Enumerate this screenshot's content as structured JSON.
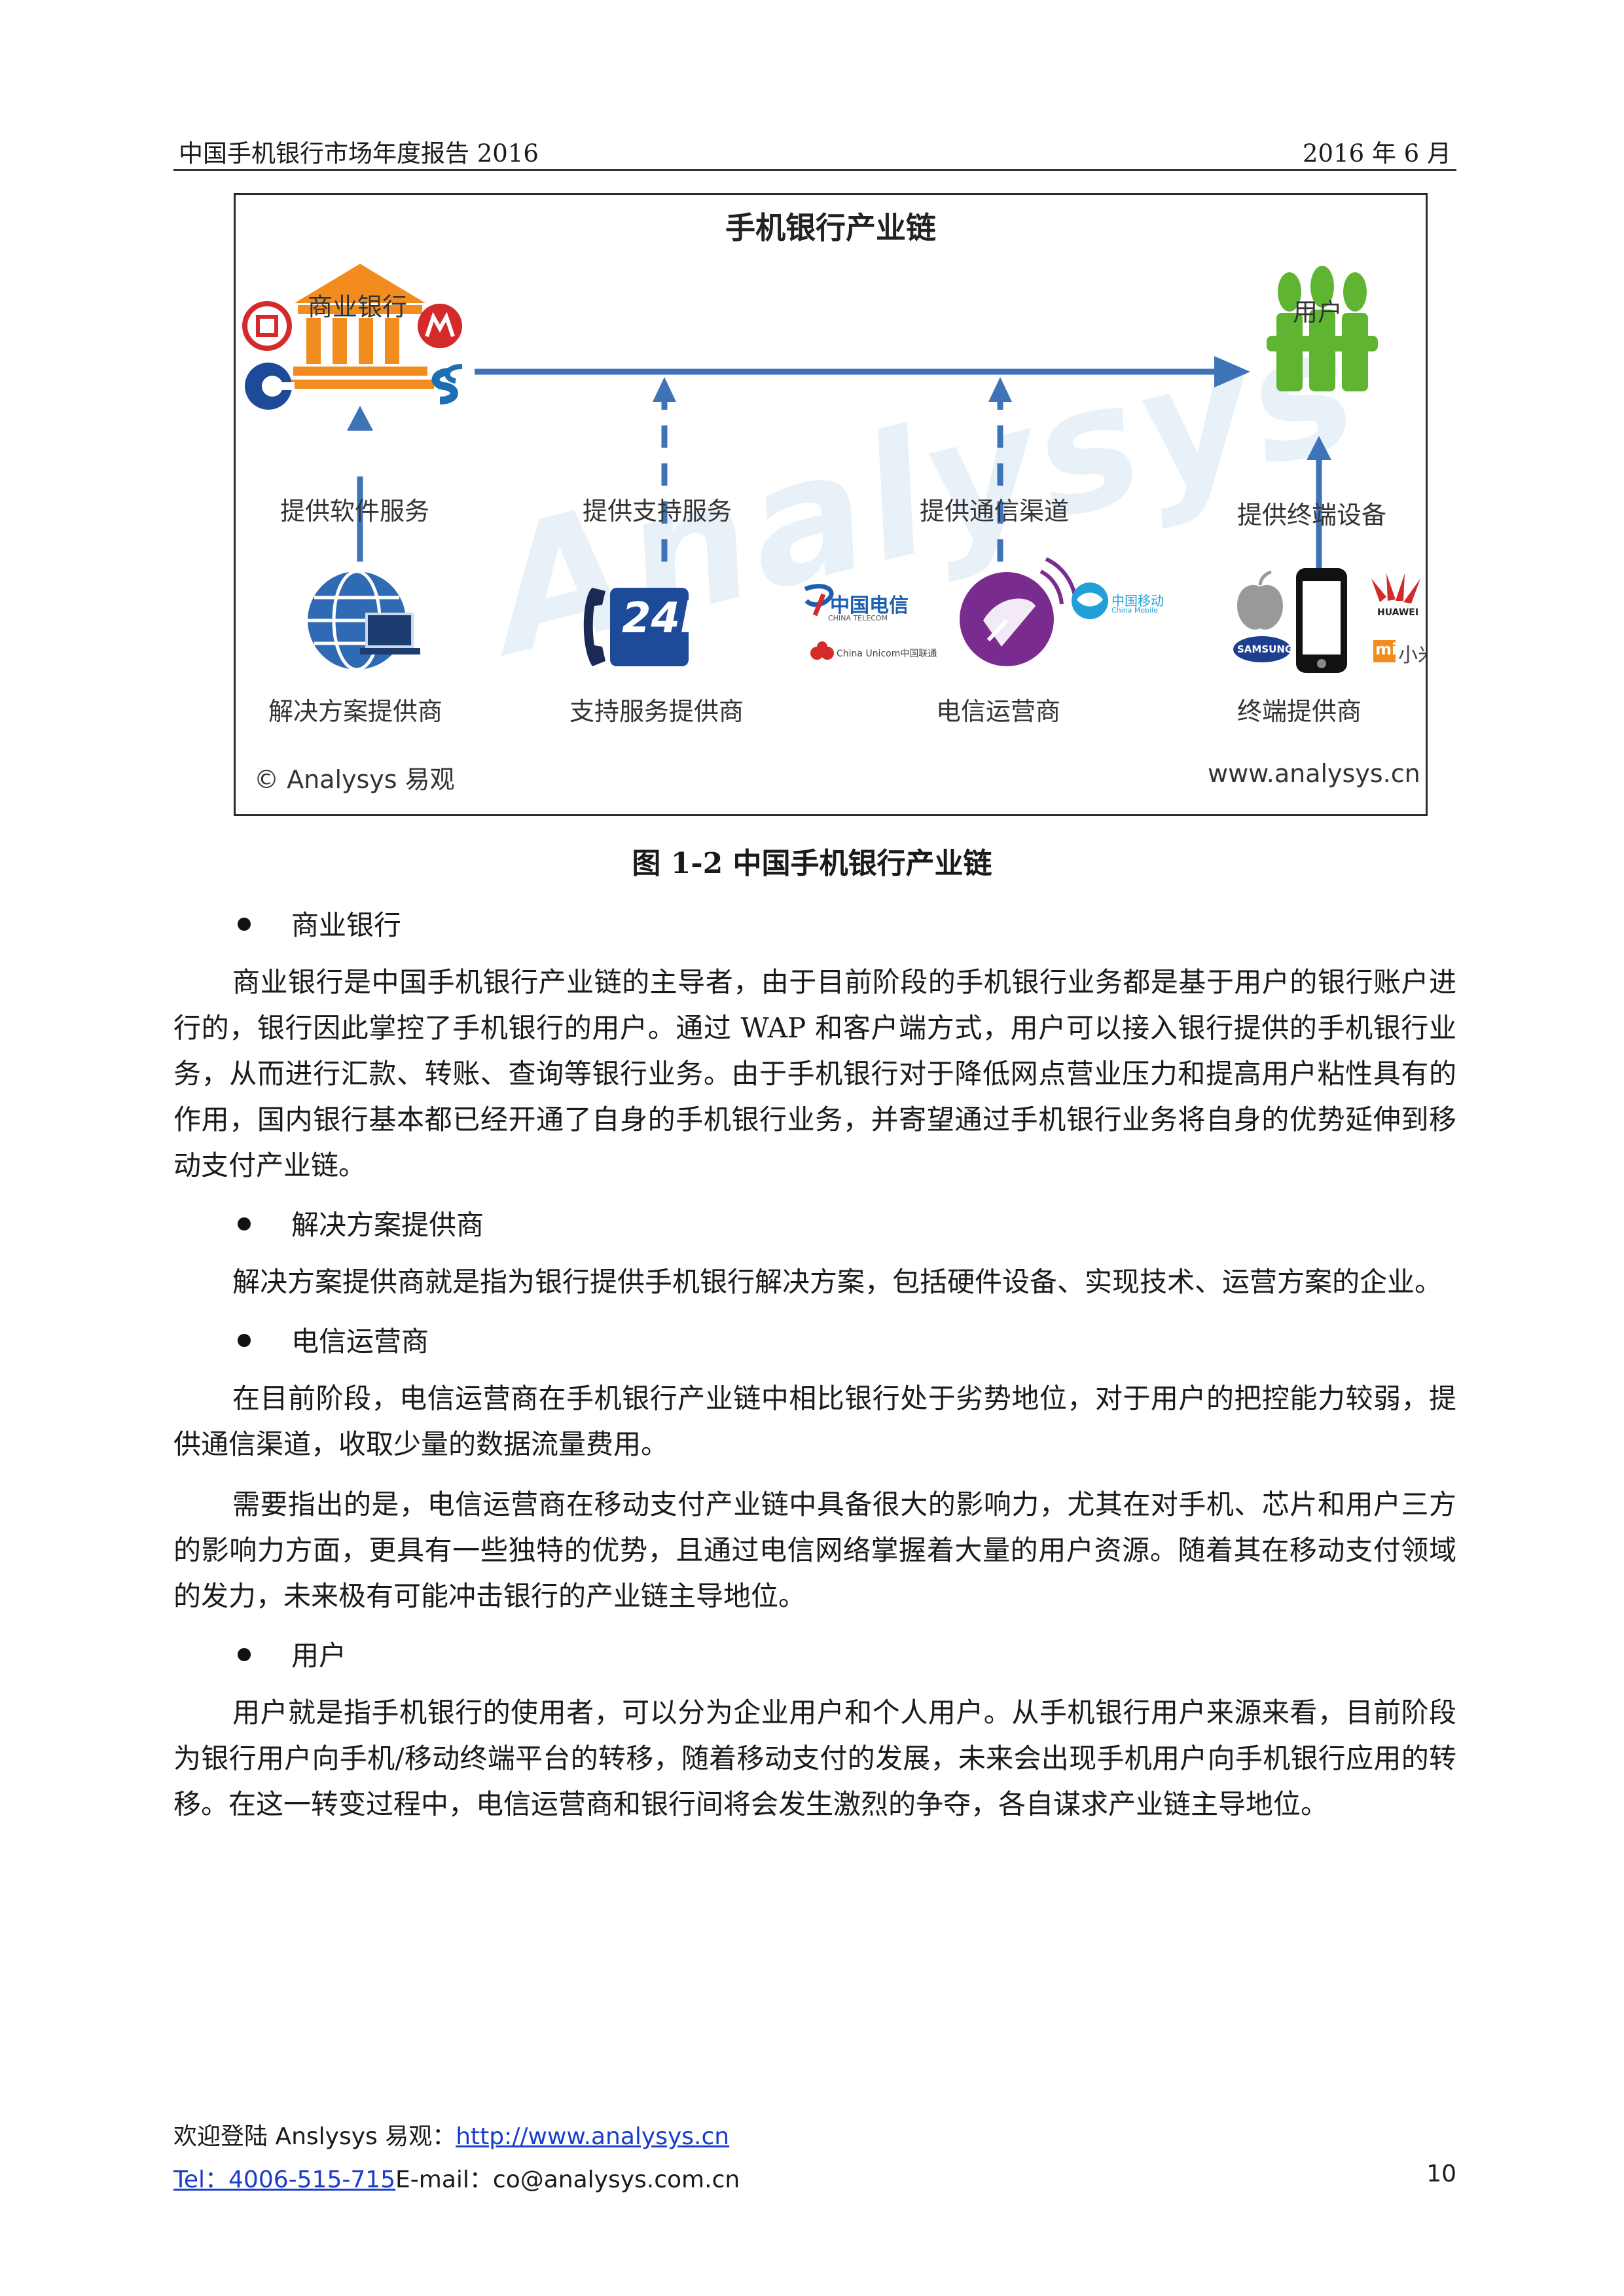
{
  "header": {
    "left": "中国手机银行市场年度报告 2016",
    "right": "2016 年 6 月"
  },
  "figure": {
    "title": "手机银行产业链",
    "commercial_bank": "商业银行",
    "users": "用户",
    "provide_software": "提供软件服务",
    "provide_support": "提供支持服务",
    "provide_channel": "提供通信渠道",
    "provide_terminal": "提供终端设备",
    "solution_provider": "解决方案提供商",
    "support_provider": "支持服务提供商",
    "telecom_operator": "电信运营商",
    "terminal_provider": "终端提供商",
    "support_badge": "24h",
    "china_telecom": "中国电信",
    "china_telecom_en": "CHINA TELECOM",
    "china_unicom": "China Unicom中国联通",
    "china_mobile": "中国移动",
    "china_mobile_en": "China Mobile",
    "samsung": "SAMSUNG",
    "huawei": "HUAWEI",
    "xiaomi_logo": "mi",
    "xiaomi": "小米",
    "watermark": "Analysys",
    "copyright": "© Analysys 易观",
    "website": "www.analysys.cn",
    "colors": {
      "arrow": "#3f73b8",
      "bank_orange": "#f28c1e",
      "user_green": "#5fb531",
      "telecom_purple": "#7a2b8f"
    }
  },
  "caption": "图 1-2 中国手机银行产业链",
  "sections": [
    {
      "bullet": "商业银行",
      "paragraphs": [
        "商业银行是中国手机银行产业链的主导者，由于目前阶段的手机银行业务都是基于用户的银行账户进行的，银行因此掌控了手机银行的用户。通过 WAP 和客户端方式，用户可以接入银行提供的手机银行业务，从而进行汇款、转账、查询等银行业务。由于手机银行对于降低网点营业压力和提高用户粘性具有的作用，国内银行基本都已经开通了自身的手机银行业务，并寄望通过手机银行业务将自身的优势延伸到移动支付产业链。"
      ]
    },
    {
      "bullet": "解决方案提供商",
      "paragraphs": [
        "解决方案提供商就是指为银行提供手机银行解决方案，包括硬件设备、实现技术、运营方案的企业。"
      ]
    },
    {
      "bullet": "电信运营商",
      "paragraphs": [
        "在目前阶段，电信运营商在手机银行产业链中相比银行处于劣势地位，对于用户的把控能力较弱，提供通信渠道，收取少量的数据流量费用。",
        "需要指出的是，电信运营商在移动支付产业链中具备很大的影响力，尤其在对手机、芯片和用户三方的影响力方面，更具有一些独特的优势，且通过电信网络掌握着大量的用户资源。随着其在移动支付领域的发力，未来极有可能冲击银行的产业链主导地位。"
      ]
    },
    {
      "bullet": "用户",
      "paragraphs": [
        "用户就是指手机银行的使用者，可以分为企业用户和个人用户。从手机银行用户来源来看，目前阶段为银行用户向手机/移动终端平台的转移，随着移动支付的发展，未来会出现手机用户向手机银行应用的转移。在这一转变过程中，电信运营商和银行间将会发生激烈的争夺，各自谋求产业链主导地位。"
      ]
    }
  ],
  "footer": {
    "welcome": "欢迎登陆 Anslysys 易观：",
    "site_url": "http://www.analysys.cn",
    "tel": "Tel：4006-515-715",
    "email": "E-mail：co@analysys.com.cn",
    "page_number": "10"
  }
}
